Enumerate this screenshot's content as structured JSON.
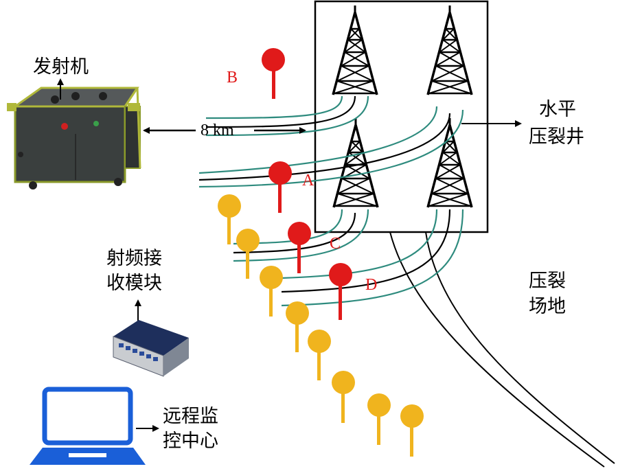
{
  "labels": {
    "transmitter": "发射机",
    "distance": "8 km",
    "receiver_line1": "射频接",
    "receiver_line2": "收模块",
    "monitor_line1": "远程监",
    "monitor_line2": "控中心",
    "well_line1": "水平",
    "well_line2": "压裂井",
    "site_line1": "压裂",
    "site_line2": "场地"
  },
  "points": [
    "A",
    "B",
    "C",
    "D"
  ],
  "colors": {
    "red_marker": "#e01a1a",
    "yellow_marker": "#f0b41e",
    "line_teal": "#2e8b7e",
    "laptop_blue": "#1a5fd8"
  }
}
